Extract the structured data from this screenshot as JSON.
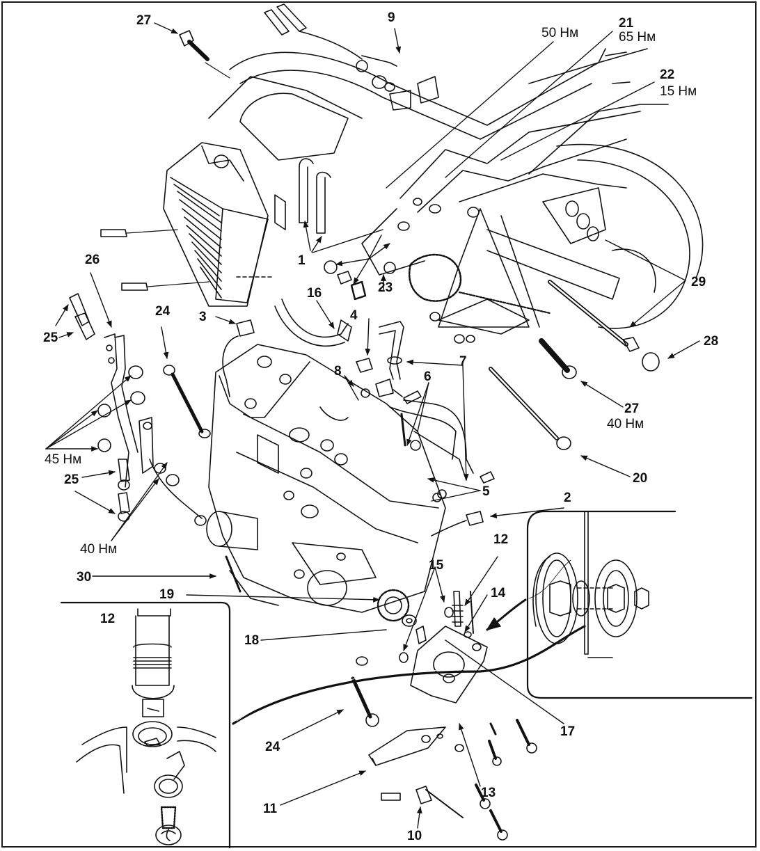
{
  "diagram": {
    "type": "exploded-view",
    "subject": "motorcycle engine removal / mounting",
    "callouts": [
      {
        "id": "c1",
        "label": "1"
      },
      {
        "id": "c2",
        "label": "2"
      },
      {
        "id": "c3",
        "label": "3"
      },
      {
        "id": "c4",
        "label": "4"
      },
      {
        "id": "c5",
        "label": "5"
      },
      {
        "id": "c6",
        "label": "6"
      },
      {
        "id": "c7",
        "label": "7"
      },
      {
        "id": "c8",
        "label": "8"
      },
      {
        "id": "c9",
        "label": "9"
      },
      {
        "id": "c10",
        "label": "10"
      },
      {
        "id": "c11",
        "label": "11"
      },
      {
        "id": "c12a",
        "label": "12"
      },
      {
        "id": "c12b",
        "label": "12"
      },
      {
        "id": "c13",
        "label": "13"
      },
      {
        "id": "c14",
        "label": "14"
      },
      {
        "id": "c15",
        "label": "15"
      },
      {
        "id": "c16",
        "label": "16"
      },
      {
        "id": "c17",
        "label": "17"
      },
      {
        "id": "c18",
        "label": "18"
      },
      {
        "id": "c19",
        "label": "19"
      },
      {
        "id": "c20",
        "label": "20"
      },
      {
        "id": "c21",
        "label": "21"
      },
      {
        "id": "c22",
        "label": "22"
      },
      {
        "id": "c23",
        "label": "23"
      },
      {
        "id": "c24a",
        "label": "24"
      },
      {
        "id": "c24b",
        "label": "24"
      },
      {
        "id": "c25a",
        "label": "25"
      },
      {
        "id": "c25b",
        "label": "25"
      },
      {
        "id": "c26",
        "label": "26"
      },
      {
        "id": "c27a",
        "label": "27"
      },
      {
        "id": "c27b",
        "label": "27"
      },
      {
        "id": "c28",
        "label": "28"
      },
      {
        "id": "c29",
        "label": "29"
      },
      {
        "id": "c30",
        "label": "30"
      }
    ],
    "torques": [
      {
        "id": "t50",
        "label": "50 Нм"
      },
      {
        "id": "t65",
        "label": "65 Нм",
        "callout": "21"
      },
      {
        "id": "t15",
        "label": "15 Нм",
        "callout": "22"
      },
      {
        "id": "t40b",
        "label": "40 Нм",
        "callout": "27"
      },
      {
        "id": "t45",
        "label": "45 Нм"
      },
      {
        "id": "t40a",
        "label": "40 Нм"
      }
    ],
    "insets": [
      {
        "name": "speed-sensor-detail",
        "callout": "12"
      },
      {
        "name": "pivot-bolt-detail"
      }
    ],
    "colors": {
      "ink": "#111111",
      "paper": "#ffffff"
    }
  }
}
